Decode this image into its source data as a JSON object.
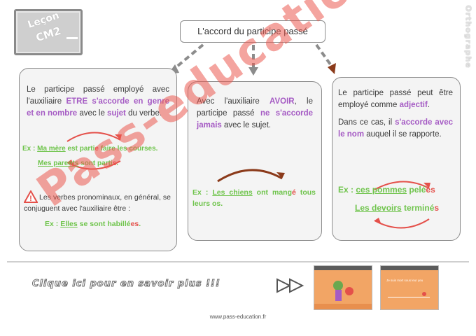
{
  "badge": {
    "line1": "Leçon",
    "line2": "CM2"
  },
  "side_label": "Orthographe",
  "title": "L'accord du participe passé",
  "box1": {
    "p1_a": "Le participe passé employé avec l'auxiliaire ",
    "p1_etre": "ETRE",
    "p1_b": " ",
    "p1_rule": "s'accorde en genre et en nombre",
    "p1_c": " avec le ",
    "p1_sujet": "sujet",
    "p1_d": " du verbe.",
    "ex_label": "Ex :",
    "ex1_subject": "Ma mère",
    "ex1_verb": " est parti",
    "ex1_ending": "e",
    "ex1_rest": " faire les courses.",
    "ex2_subject": "Mes parents",
    "ex2_verb": " sont parti",
    "ex2_ending": "s",
    "ex2_rest": ".",
    "warning_icon": "warning-triangle-icon",
    "p2": "Les verbes pronominaux, en général, se conjuguent avec l'auxiliaire être :",
    "ex3_label": "Ex :",
    "ex3_subject": "Elles",
    "ex3_verb": " se sont habillé",
    "ex3_ending": "es",
    "ex3_rest": "."
  },
  "box2": {
    "p1_a": "Avec l'auxiliaire ",
    "p1_avoir": "AVOIR",
    "p1_b": ", le participe passé ",
    "p1_rule": "ne s'accorde jamais",
    "p1_c": " avec le sujet.",
    "ex_label": "Ex :",
    "ex_subject": "Les chiens",
    "ex_verb": " ont mang",
    "ex_ending": "é",
    "ex_rest": " tous leurs os."
  },
  "box3": {
    "p1_a": "Le participe passé peut être employé comme ",
    "p1_adj": "adjectif",
    "p1_b": ".",
    "p2_a": "Dans ce cas, il ",
    "p2_rule": "s'accorde avec le nom",
    "p2_b": " auquel il se rapporte.",
    "ex_label": "Ex :",
    "ex1_noun": "ces pommes",
    "ex1_adj": " pelé",
    "ex1_ending": "es",
    "ex2_noun": "Les devoirs",
    "ex2_adj": " terminé",
    "ex2_ending": "s"
  },
  "cta": "Clique ici pour en savoir plus !!!",
  "thumb2_caption": "Je suis mort sous leur yeu",
  "footer": "www.pass-education.fr",
  "watermark": "Pass-education",
  "colors": {
    "purple": "#a55bc4",
    "green": "#6fc44c",
    "red": "#e4504a",
    "watermark": "#eb5a50"
  }
}
